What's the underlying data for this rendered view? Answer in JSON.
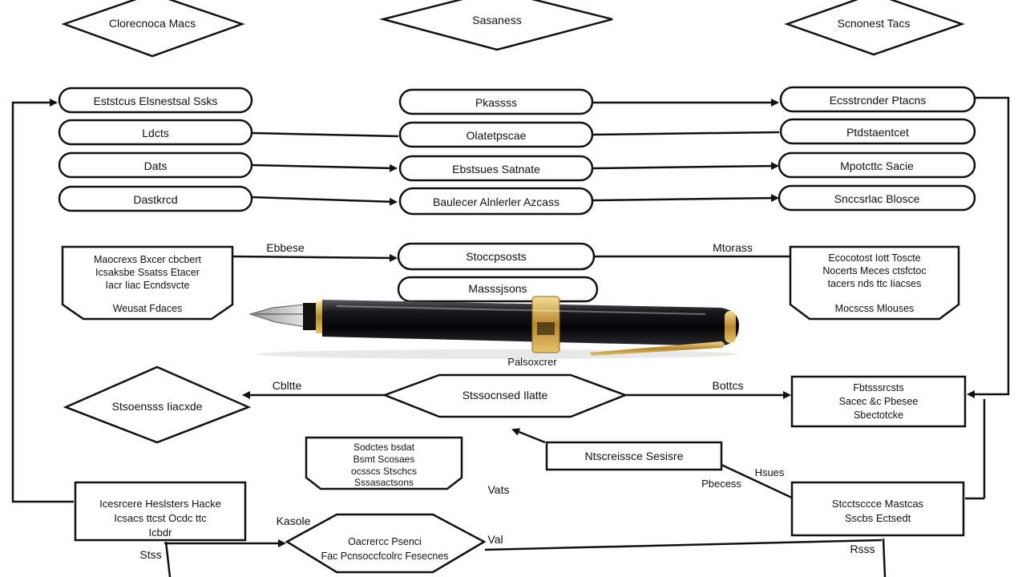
{
  "colors": {
    "ink": "#111111",
    "paper": "#ffffff",
    "pen_body": "#0b0b0d",
    "pen_gold": "#c9a24a"
  },
  "top_diamonds": [
    "Clorecnoca Macs",
    "Sasaness",
    "Scnonest Tacs"
  ],
  "left_column": [
    "Eststcus Elsnestsal Ssks",
    "Ldcts",
    "Dats",
    "Dastkrcd"
  ],
  "center_column": [
    "Pkassss",
    "Olatetpscae",
    "Ebstsues Satnate",
    "Baulecer Alnlerler Azcass"
  ],
  "right_column": [
    "Ecsstrcnder Ptacns",
    "Ptdstaentcet",
    "Mpotcttc Sacie",
    "Snccsrlac Blosce"
  ],
  "mid_row": {
    "left_box": [
      "Maocrexs Bxcer cbcbert",
      "Icsaksbe Ssatss Etacer",
      "Iacr Iiac Ecndsvcte",
      "Weusat Fdaces"
    ],
    "center_pill": "Stoccpsosts",
    "center_pill_2": "Masssjsons",
    "right_box": [
      "Ecocotost Iott Toscte",
      "Nocerts Meces ctsfctoc",
      "tacers nds ttc Iiacses",
      "Mocscss Mlouses"
    ],
    "label_left": "Ebbese",
    "label_right": "Mtorass"
  },
  "pen": {
    "caption": "Palsoxcrer"
  },
  "lower": {
    "left_diamond": "Stsoensss Iiacxde",
    "center_hexagon": "Stssocnsed Ilatte",
    "label_left": "Cbltte",
    "label_right": "Bottcs",
    "right_box": [
      "Fbtsssrcsts",
      "Sacec &c Pbesee",
      "Sbectotcke"
    ],
    "small_box": [
      "Sodctes bsdat",
      "Bsmt Scosaes",
      "ocsscs Stschcs",
      "Sssasactsons"
    ],
    "label_vals": "Vats",
    "mid_box": "Ntscreissce Sesisre",
    "label_hsues": "Hsues",
    "label_pbeees": "Pbecess"
  },
  "bottom": {
    "left_box": [
      "Icesrcere Heslsters Hacke",
      "Icsacs ttcst Ocdc ttc",
      "Icbdr"
    ],
    "label_stss": "Stss",
    "label_kasole": "Kasole",
    "hexagon": [
      "Oacrercc Psenci",
      "Fac Pcnsoccfcolrc Fesecnes"
    ],
    "label_val": "Val",
    "right_box": [
      "Stcctsccce Mastcas",
      "Sscbs Ectsedt"
    ],
    "label_rsss": "Rsss"
  }
}
